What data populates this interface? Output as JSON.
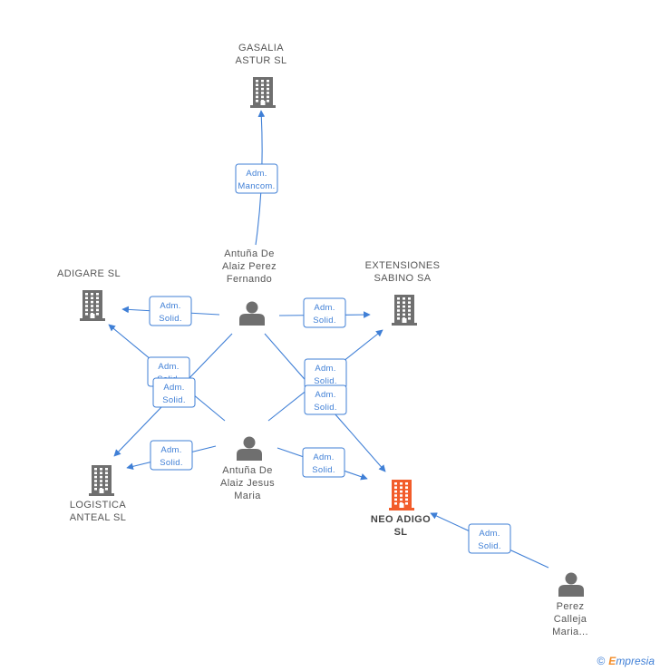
{
  "colors": {
    "edge": "#3f7fd6",
    "company": "#6f6f6f",
    "company_highlight": "#f25c2a",
    "person": "#6f6f6f"
  },
  "nodes": [
    {
      "id": "gasalia",
      "kind": "company",
      "icon": "building-icon",
      "lines": [
        "GASALIA",
        "ASTUR SL"
      ]
    },
    {
      "id": "adigare",
      "kind": "company",
      "icon": "building-icon",
      "lines": [
        "ADIGARE SL"
      ]
    },
    {
      "id": "extensiones",
      "kind": "company",
      "icon": "building-icon",
      "lines": [
        "EXTENSIONES",
        "SABINO SA"
      ]
    },
    {
      "id": "logistica",
      "kind": "company",
      "icon": "building-icon",
      "lines": [
        "LOGISTICA",
        "ANTEAL SL"
      ]
    },
    {
      "id": "neo",
      "kind": "company",
      "icon": "building-icon",
      "highlight": true,
      "lines": [
        "NEO ADIGO",
        "SL"
      ]
    },
    {
      "id": "fernando",
      "kind": "person",
      "icon": "person-icon",
      "lines": [
        "Antuña De",
        "Alaiz Perez",
        "Fernando"
      ]
    },
    {
      "id": "jesus",
      "kind": "person",
      "icon": "person-icon",
      "lines": [
        "Antuña De",
        "Alaiz Jesus",
        "Maria"
      ]
    },
    {
      "id": "perez",
      "kind": "person",
      "icon": "person-icon",
      "lines": [
        "Perez",
        "Calleja",
        "Maria..."
      ]
    }
  ],
  "edges": [
    {
      "from": "fernando",
      "to": "gasalia",
      "label": [
        "Adm.",
        "Mancom."
      ]
    },
    {
      "from": "fernando",
      "to": "adigare",
      "label": [
        "Adm.",
        "Solid."
      ]
    },
    {
      "from": "fernando",
      "to": "extensiones",
      "label": [
        "Adm.",
        "Solid."
      ]
    },
    {
      "from": "fernando",
      "to": "logistica",
      "label": [
        "Adm.",
        "Solid."
      ]
    },
    {
      "from": "fernando",
      "to": "neo",
      "label": [
        "Adm.",
        "Solid."
      ]
    },
    {
      "from": "jesus",
      "to": "adigare",
      "label": [
        "Adm.",
        "Solid."
      ]
    },
    {
      "from": "jesus",
      "to": "extensiones",
      "label": [
        "Adm.",
        "Solid."
      ]
    },
    {
      "from": "jesus",
      "to": "logistica",
      "label": [
        "Adm.",
        "Solid."
      ]
    },
    {
      "from": "jesus",
      "to": "neo",
      "label": [
        "Adm.",
        "Solid."
      ]
    },
    {
      "from": "perez",
      "to": "neo",
      "label": [
        "Adm.",
        "Solid."
      ]
    }
  ],
  "footer": {
    "copyright": "©",
    "brand_first": "E",
    "brand_rest": "mpresia"
  }
}
